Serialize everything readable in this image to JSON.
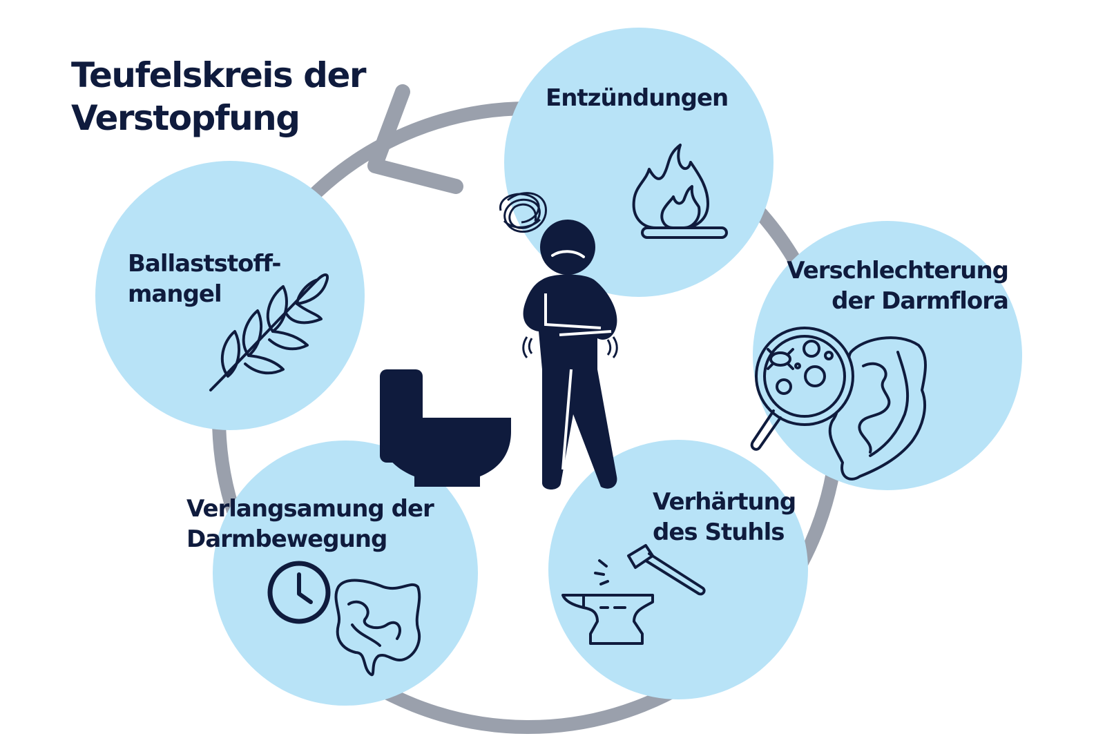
{
  "title": {
    "line1": "Teufelskreis der",
    "line2": "Verstopfung"
  },
  "nodes": {
    "entzuendungen": {
      "label": "Entzündungen",
      "icon": "fire-icon"
    },
    "darmflora": {
      "line1": "Verschlechterung",
      "line2": "der Darmflora",
      "icon": "magnifier-bacteria-intestine-icon"
    },
    "stuhl": {
      "line1": "Verhärtung",
      "line2": "des Stuhls",
      "icon": "hammer-anvil-icon"
    },
    "darmbewegung": {
      "line1": "Verlangsamung der",
      "line2": "Darmbewegung",
      "icon": "clock-intestine-icon"
    },
    "ballaststoff": {
      "line1": "Ballaststoff-",
      "line2": "mangel",
      "icon": "wheat-icon"
    }
  },
  "colors": {
    "circle": "#b8e3f7",
    "ring": "#9aa0ac",
    "ink": "#0f1b3d"
  },
  "center": {
    "figure": "person-stomach-ache-icon",
    "toilet": "toilet-icon",
    "stress": "tangled-thoughts-icon"
  }
}
